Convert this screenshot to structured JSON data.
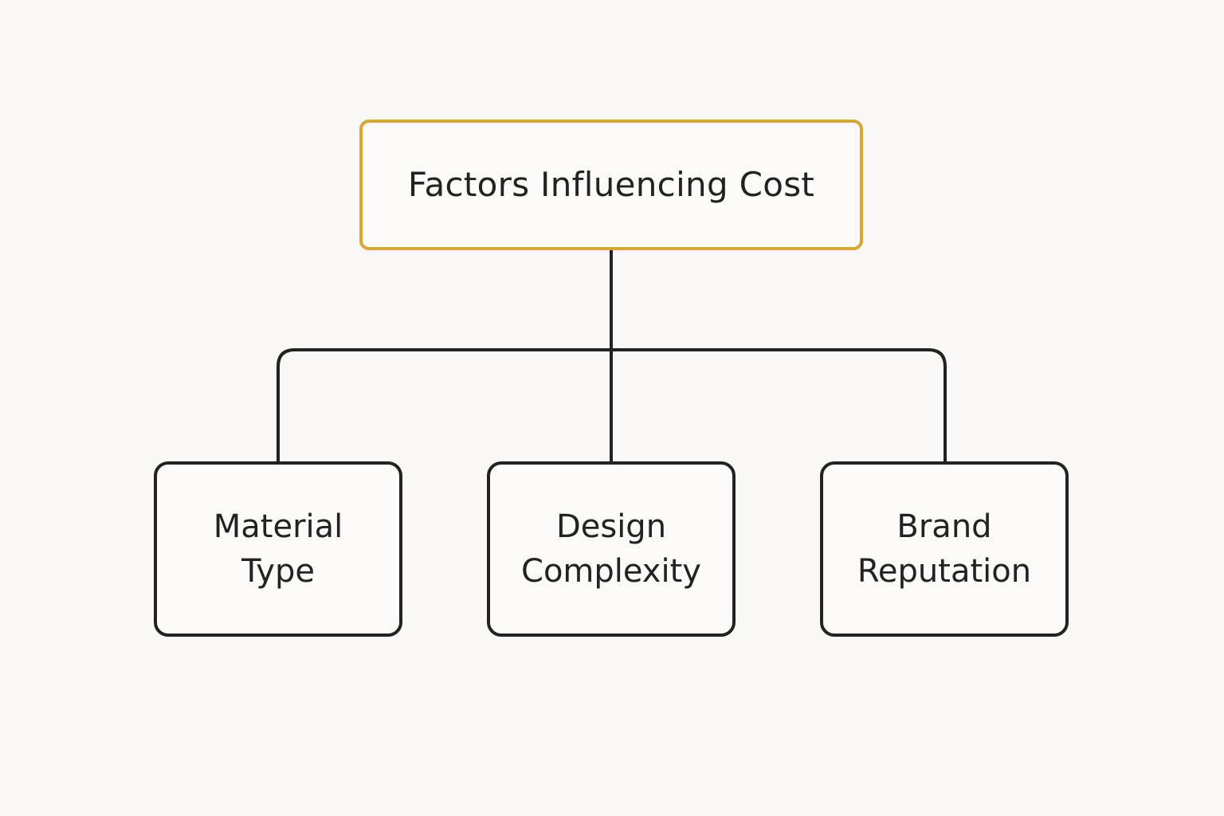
{
  "colors": {
    "background": "#faf8f4",
    "root_border": "#dba535",
    "node_border": "#222222",
    "connector": "#222222",
    "text": "#222222"
  },
  "root": {
    "label": "Factors Influencing Cost"
  },
  "children": [
    {
      "line1": "Material",
      "line2": "Type"
    },
    {
      "line1": "Design",
      "line2": "Complexity"
    },
    {
      "line1": "Brand",
      "line2": "Reputation"
    }
  ]
}
